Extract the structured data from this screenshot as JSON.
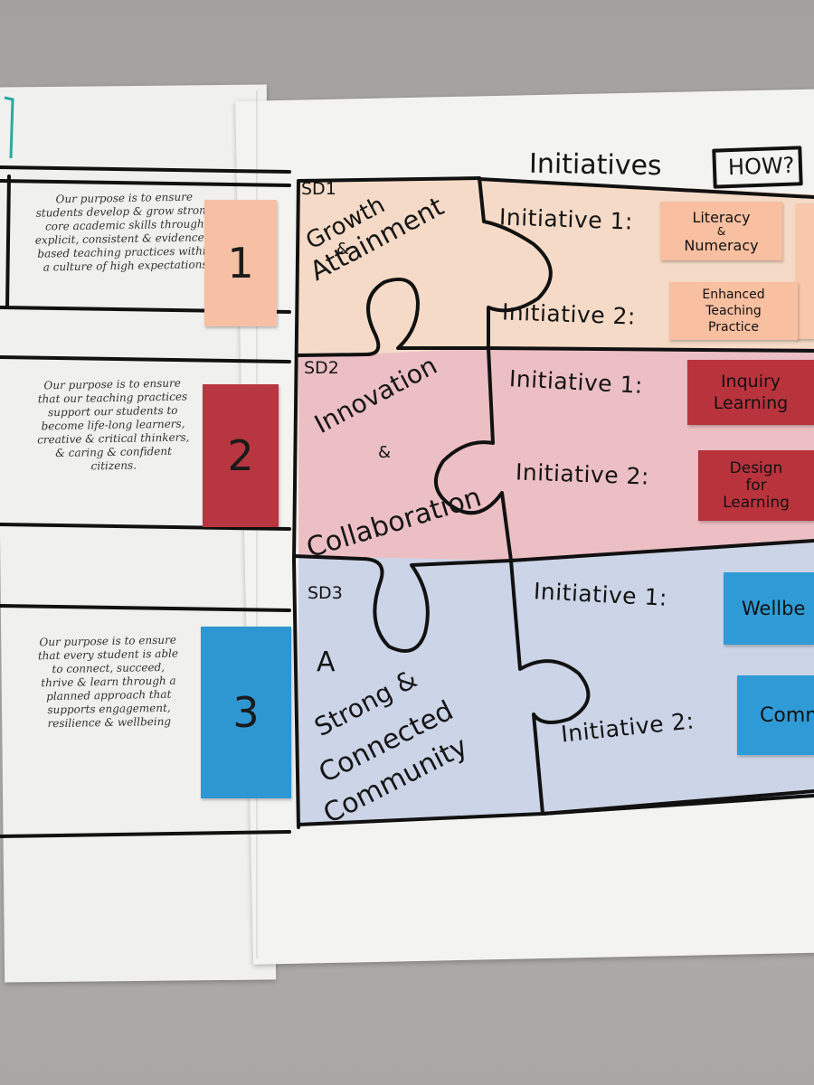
{
  "header": {
    "title": "Initiatives",
    "how_box": "HOW?"
  },
  "rows": [
    {
      "number": "1",
      "number_note_color": "#f7c0a4",
      "purpose": "Our purpose is to ensure students develop & grow strong core academic skills through explicit, consistent & evidenced-based teaching practices within a culture of high expectations",
      "sd_code": "SD1",
      "sd_title_line1": "Growth",
      "sd_title_line2": "&",
      "sd_title_line3": "Attainment",
      "region_color": "#f4c9a8",
      "initiative_1_label": "Initiative 1:",
      "initiative_1_note": [
        "Literacy",
        "&",
        "Numeracy"
      ],
      "initiative_2_label": "Initiative 2:",
      "initiative_2_note": [
        "Enhanced",
        "Teaching",
        "Practice"
      ],
      "note_color": "#f8bfa0"
    },
    {
      "number": "2",
      "number_note_color": "#b8363f",
      "purpose": "Our purpose is to ensure that our teaching practices support our students to become life-long learners, creative & critical thinkers, & caring & confident citizens.",
      "sd_code": "SD2",
      "sd_title_line1": "Innovation",
      "sd_title_line2": "&",
      "sd_title_line3": "Collaboration",
      "region_color": "#e6a2ac",
      "initiative_1_label": "Initiative 1:",
      "initiative_1_note": [
        "Inquiry",
        "Learning"
      ],
      "initiative_2_label": "Initiative 2:",
      "initiative_2_note": [
        "Design",
        "for",
        "Learning"
      ],
      "note_color": "#b9333d"
    },
    {
      "number": "3",
      "number_note_color": "#2e97d1",
      "purpose": "Our purpose is to ensure that every student is able to connect, succeed, thrive & learn through a planned approach that supports engagement, resilience & wellbeing",
      "sd_code": "SD3",
      "sd_title_line1": "A",
      "sd_title_line2": "Strong &",
      "sd_title_line3": "Connected",
      "sd_title_line4": "Community",
      "region_color": "#a9b8dc",
      "initiative_1_label": "Initiative 1:",
      "initiative_1_note": [
        "Wellbe"
      ],
      "initiative_2_label": "Initiative 2:",
      "initiative_2_note": [
        "Comm"
      ],
      "note_color": "#2f9bd6"
    }
  ]
}
